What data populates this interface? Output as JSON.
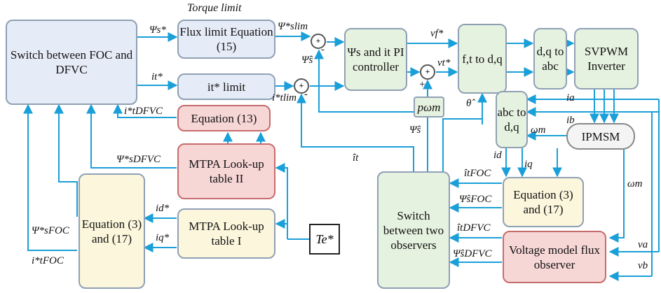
{
  "title": "Torque limit",
  "blocks": {
    "switch_foc_dfvc": "Switch between FOC and DFVC",
    "flux_limit": "Flux limit Equation (15)",
    "it_limit": "it* limit",
    "equation13": "Equation (13)",
    "mtpa2": "MTPA Look-up table II",
    "mtpa1": "MTPA Look-up table I",
    "equation3_17_left": "Equation (3) and (17)",
    "pi_controller": "Ψs and it PI controller",
    "ft_to_dq": "f,t to d,q",
    "dq_to_abc": "d,q to abc",
    "svpwm": "SVPWM Inverter",
    "abc_to_dq": "abc to d,q",
    "ipmsm": "IPMSM",
    "switch_observers": "Switch between two observers",
    "equation3_17_right": "Equation (3) and (17)",
    "voltage_observer": "Voltage model flux observer",
    "te_input": "Te*",
    "p_omega": "pωm"
  },
  "signals": {
    "psi_s_star": "Ψs*",
    "psi_slim": "Ψ*slim",
    "psi_s_hat_1": "Ψ̂s",
    "it_star": "it*",
    "it_tlim": "i*tlim",
    "it_dfvc": "i*tDFVC",
    "psi_sdfvc": "Ψ*sDFVC",
    "psi_sfoc": "Ψ*sFOC",
    "it_foc": "i*tFOC",
    "id_star": "id*",
    "iq_star": "iq*",
    "it_hat": "ît",
    "vf_star": "vf*",
    "vt_star": "vt*",
    "theta_hat": "θ̂",
    "psi_s_hat_2": "Ψ̂s",
    "ia": "ia",
    "ib": "ib",
    "omega_m1": "ωm",
    "omega_m2": "ωm",
    "id": "id",
    "iq": "iq",
    "it_foc_hat": "îtFOC",
    "psi_sfoc_hat": "Ψ̂sFOC",
    "it_dfvc_hat": "îtDFVC",
    "psi_sdfvc_hat": "Ψ̂sDFVC",
    "va": "va",
    "vb": "vb"
  },
  "sum_signs": {
    "sum1_top": "+",
    "sum1_side": "-",
    "sum2_top": "+",
    "sum2_side": "-",
    "sum3_top": "+",
    "sum3_bottom": "+"
  },
  "colors": {
    "arrow": "#1a9fd8",
    "box_border": "#8fa0b4"
  }
}
